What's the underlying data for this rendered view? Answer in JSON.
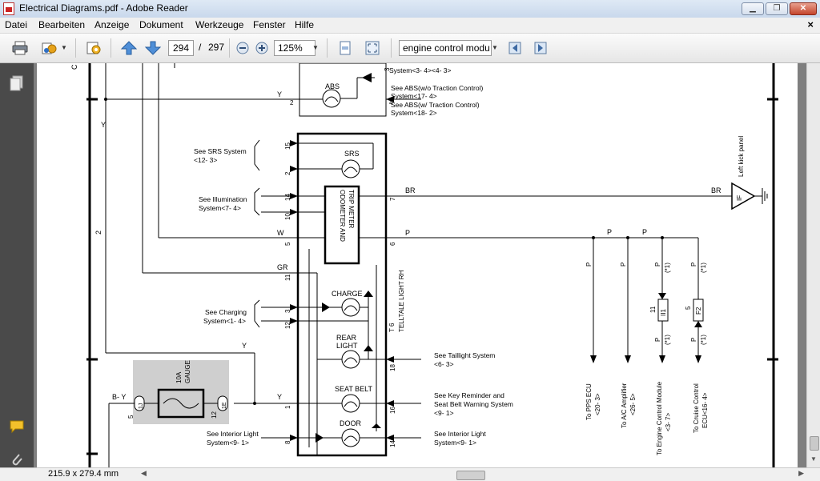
{
  "window": {
    "title": "Electrical Diagrams.pdf - Adobe Reader",
    "min_label": "▁",
    "max_label": "❐",
    "close_label": "✕"
  },
  "menu": {
    "items": [
      "Datei",
      "Bearbeiten",
      "Anzeige",
      "Dokument",
      "Werkzeuge",
      "Fenster",
      "Hilfe"
    ],
    "close_label": "×"
  },
  "toolbar": {
    "page_number": "294",
    "page_sep": "/",
    "page_total": "297",
    "zoom": "125%",
    "search": "engine control modu"
  },
  "status": {
    "page_size": "215.9 x 279.4 mm"
  },
  "diagram": {
    "combination_meter_label": "TELLTALE LIGHT RH",
    "combination_meter_code": "T 6",
    "odometer_label": [
      "ODOMETER AND",
      "TRIP METER"
    ],
    "fuse": {
      "amp": "10A",
      "name": "GAUGE"
    },
    "lamps": {
      "abs": "ABS",
      "srs": "SRS",
      "charge": "CHARGE",
      "rear_light": [
        "REAR",
        "LIGHT"
      ],
      "seat_belt": "SEAT BELT",
      "door": "DOOR"
    },
    "ground_label": "Left kick panel",
    "ground_code": "IF",
    "wire_colors": {
      "y": "Y",
      "br": "BR",
      "p": "P",
      "w": "W",
      "gr": "GR",
      "by": "B- Y"
    },
    "star1": "(*1)",
    "side_left": {
      "c": "C",
      "two": "2"
    },
    "fuse_pins": {
      "one_j": "1J",
      "one_e": "1E",
      "five": "5",
      "twelve": "12"
    },
    "meter_pins": {
      "p15": "15",
      "p2": "2",
      "p14": "14",
      "p10": "10",
      "p5": "5",
      "p11": "11",
      "p3": "3",
      "p12": "12",
      "p1": "1",
      "p8": "8",
      "p7": "7",
      "p6": "6",
      "p18": "18",
      "p16": "16",
      "p14r": "14"
    },
    "abs_pins": {
      "p3": "3",
      "p2": "2",
      "p4": "4"
    },
    "conn": {
      "ii1": "II1",
      "f2": "F2",
      "p11": "11",
      "p5": "5"
    },
    "refs": {
      "abs_top": "System<3- 4><4- 3>",
      "abs_wo": [
        "See ABS(w/o Traction Control)",
        "System<17- 4>"
      ],
      "abs_w": [
        "See ABS(w/ Traction Control)",
        "System<18- 2>"
      ],
      "srs": [
        "See SRS System",
        "<12- 3>"
      ],
      "illumination": [
        "See Illumination",
        "System<7- 4>"
      ],
      "charging": [
        "See Charging",
        "System<1- 4>"
      ],
      "taillight": [
        "See Taillight System",
        "<6- 3>"
      ],
      "key_reminder": [
        "See Key Reminder and",
        "Seat Belt Warning System",
        "<9- 1>"
      ],
      "interior_left": [
        "See Interior Light",
        "System<9- 1>"
      ],
      "interior_right": [
        "See Interior Light",
        "System<9- 1>"
      ]
    },
    "destinations": {
      "pps": [
        "To PPS ECU",
        "<20- 3>"
      ],
      "ac": [
        "To A/C Amplifier",
        "<26- 5>"
      ],
      "ecm": [
        "To Engine Control Module",
        "<3- 7>"
      ],
      "cruise": [
        "To Cruise Control",
        "ECU<16- 4>"
      ]
    }
  }
}
